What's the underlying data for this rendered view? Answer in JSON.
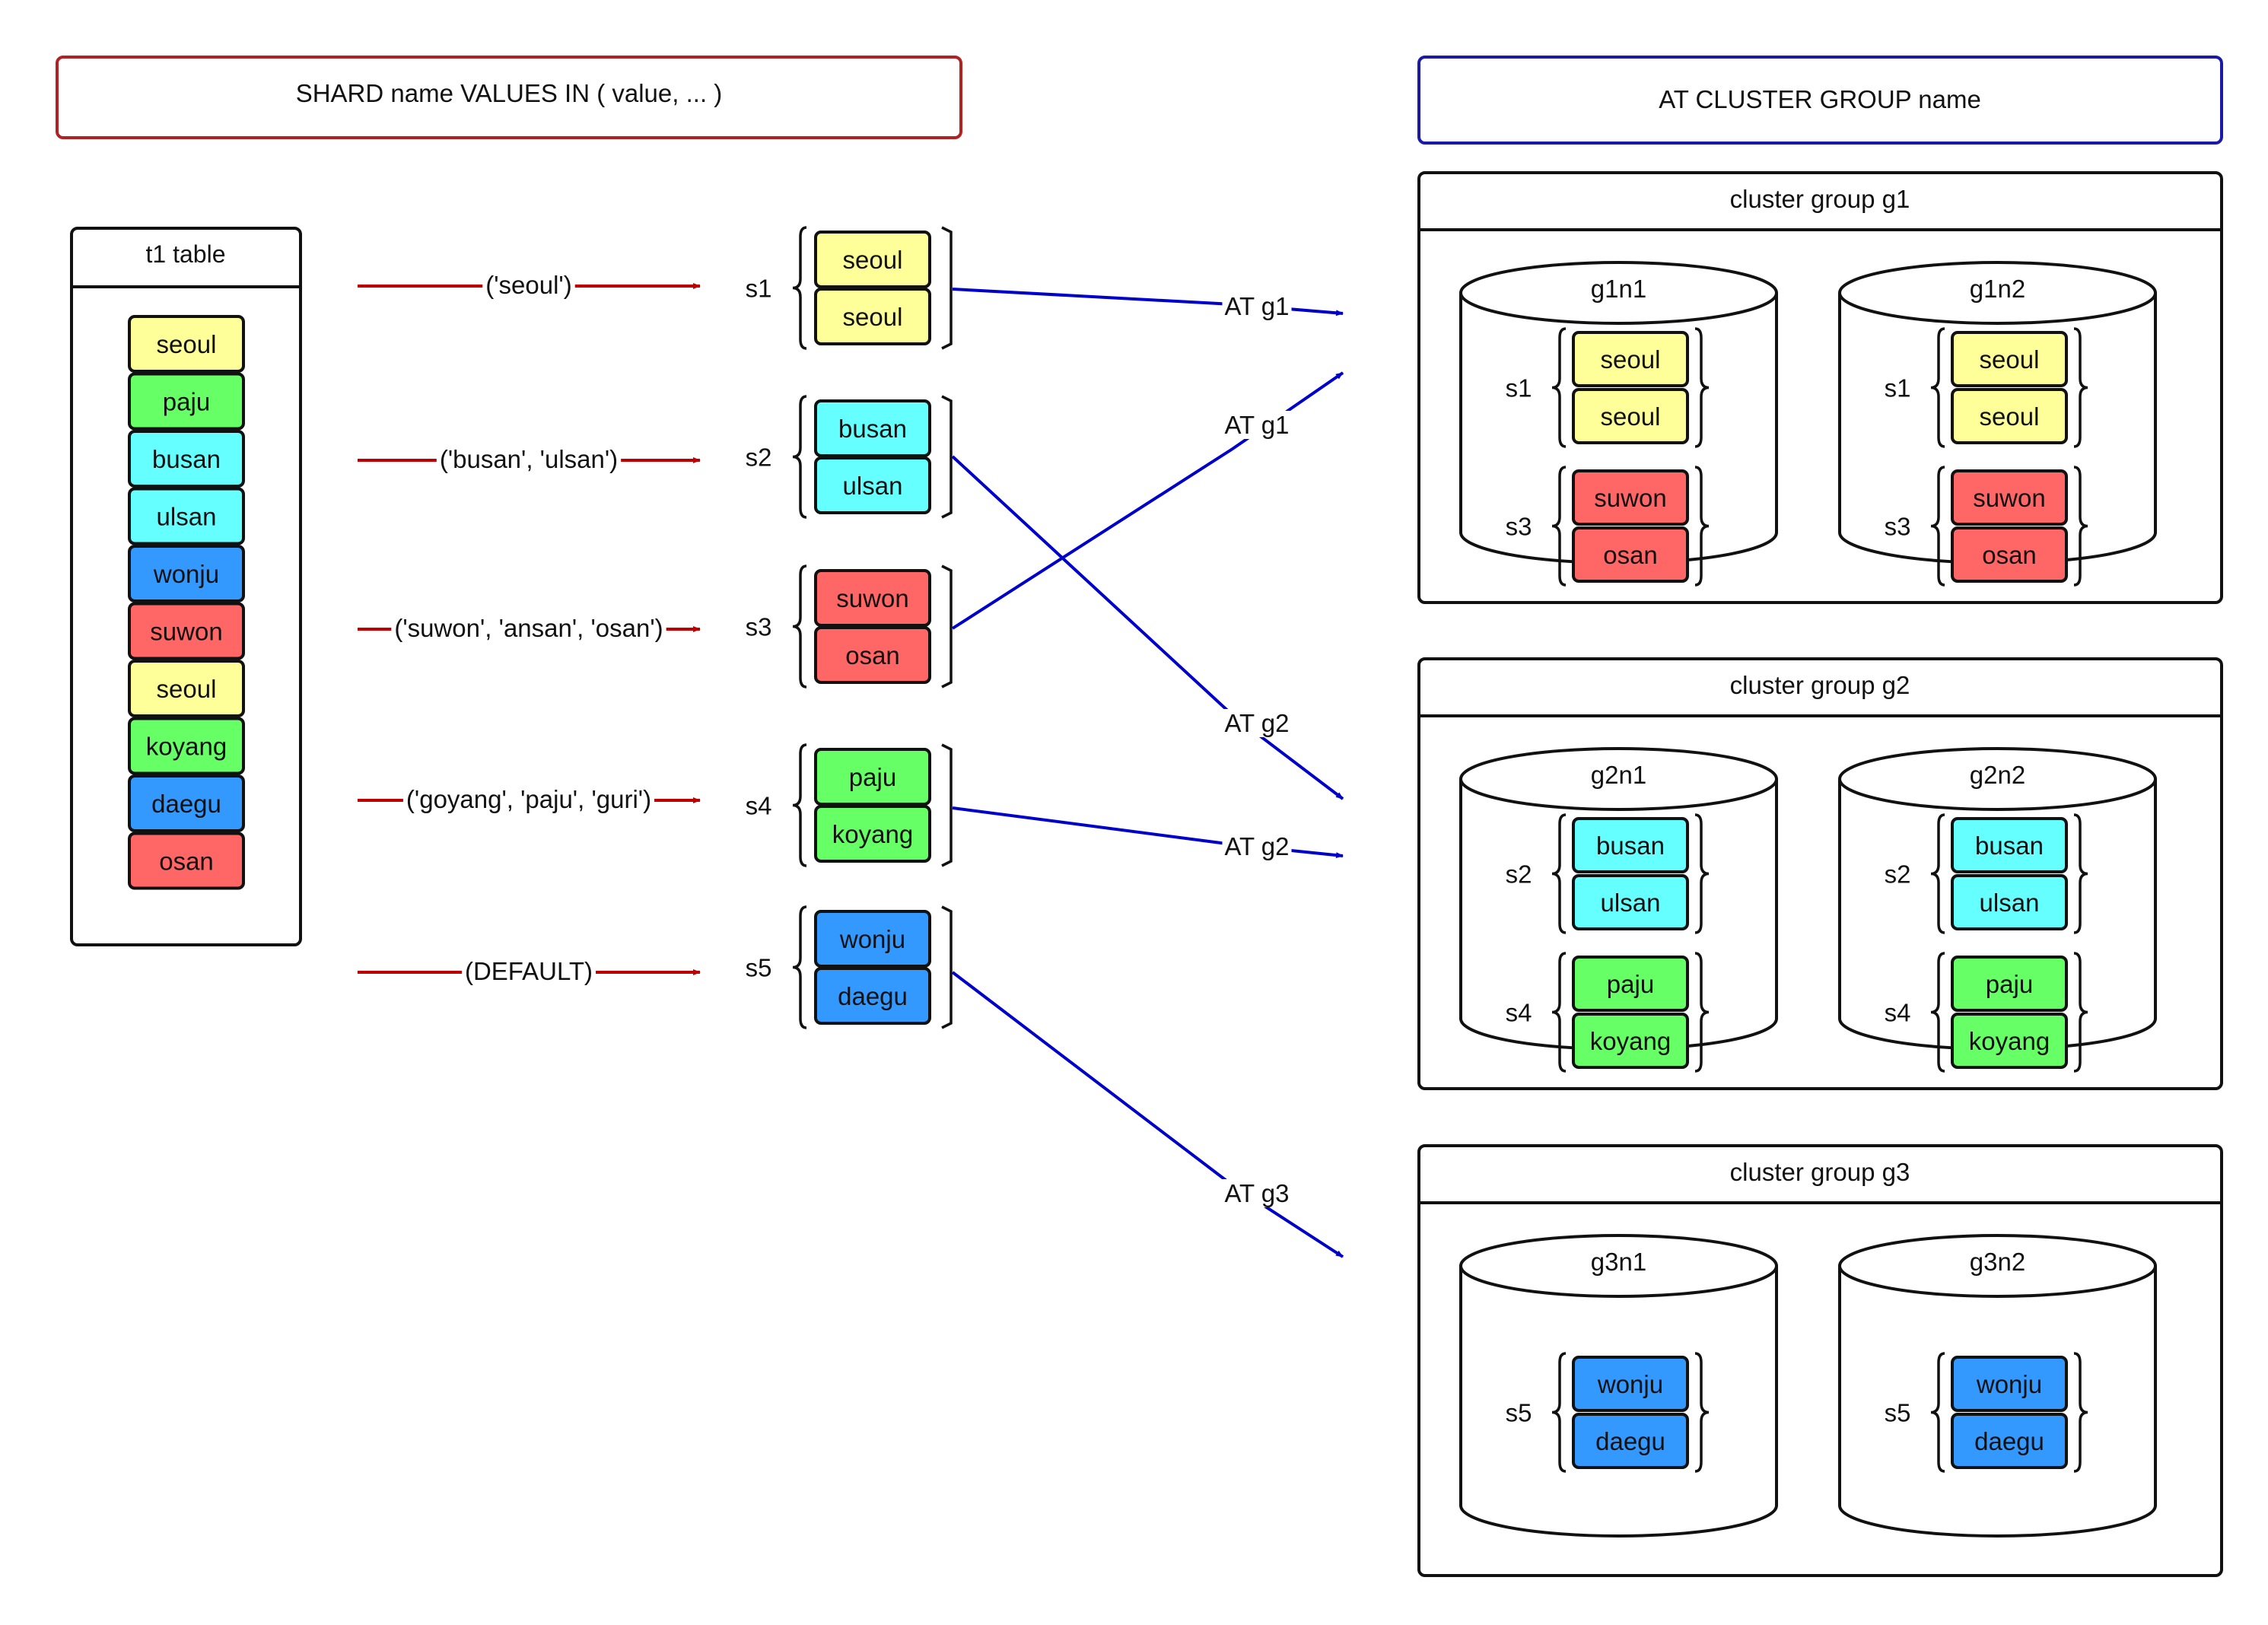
{
  "colors": {
    "seoul": "#ffff99",
    "paju": "#66ff66",
    "koyang": "#66ff66",
    "busan": "#66ffff",
    "ulsan": "#66ffff",
    "wonju": "#3399ff",
    "daegu": "#3399ff",
    "suwon": "#ff6666",
    "osan": "#ff6666",
    "red_accent": "#c00000",
    "blue_accent": "#0000cc"
  },
  "headers": {
    "shard_syntax": "SHARD name VALUES IN ( value, ... )",
    "cluster_syntax": "AT CLUSTER GROUP name"
  },
  "table": {
    "title": "t1 table",
    "rows": [
      "seoul",
      "paju",
      "busan",
      "ulsan",
      "wonju",
      "suwon",
      "seoul",
      "koyang",
      "daegu",
      "osan"
    ]
  },
  "shards": [
    {
      "name": "s1",
      "values_label": "('seoul')",
      "items": [
        "seoul",
        "seoul"
      ],
      "at_label": "AT g1"
    },
    {
      "name": "s2",
      "values_label": "('busan', 'ulsan')",
      "items": [
        "busan",
        "ulsan"
      ],
      "at_label": "AT g2"
    },
    {
      "name": "s3",
      "values_label": "('suwon', 'ansan', 'osan')",
      "items": [
        "suwon",
        "osan"
      ],
      "at_label": "AT g1"
    },
    {
      "name": "s4",
      "values_label": "('goyang', 'paju', 'guri')",
      "items": [
        "paju",
        "koyang"
      ],
      "at_label": "AT g2"
    },
    {
      "name": "s5",
      "values_label": "(DEFAULT)",
      "items": [
        "wonju",
        "daegu"
      ],
      "at_label": "AT g3"
    }
  ],
  "groups": [
    {
      "title": "cluster group g1",
      "nodes": [
        {
          "name": "g1n1",
          "shards": [
            {
              "name": "s1",
              "items": [
                "seoul",
                "seoul"
              ]
            },
            {
              "name": "s3",
              "items": [
                "suwon",
                "osan"
              ]
            }
          ]
        },
        {
          "name": "g1n2",
          "shards": [
            {
              "name": "s1",
              "items": [
                "seoul",
                "seoul"
              ]
            },
            {
              "name": "s3",
              "items": [
                "suwon",
                "osan"
              ]
            }
          ]
        }
      ]
    },
    {
      "title": "cluster group g2",
      "nodes": [
        {
          "name": "g2n1",
          "shards": [
            {
              "name": "s2",
              "items": [
                "busan",
                "ulsan"
              ]
            },
            {
              "name": "s4",
              "items": [
                "paju",
                "koyang"
              ]
            }
          ]
        },
        {
          "name": "g2n2",
          "shards": [
            {
              "name": "s2",
              "items": [
                "busan",
                "ulsan"
              ]
            },
            {
              "name": "s4",
              "items": [
                "paju",
                "koyang"
              ]
            }
          ]
        }
      ]
    },
    {
      "title": "cluster group g3",
      "nodes": [
        {
          "name": "g3n1",
          "shards": [
            {
              "name": "s5",
              "items": [
                "wonju",
                "daegu"
              ]
            }
          ]
        },
        {
          "name": "g3n2",
          "shards": [
            {
              "name": "s5",
              "items": [
                "wonju",
                "daegu"
              ]
            }
          ]
        }
      ]
    }
  ]
}
